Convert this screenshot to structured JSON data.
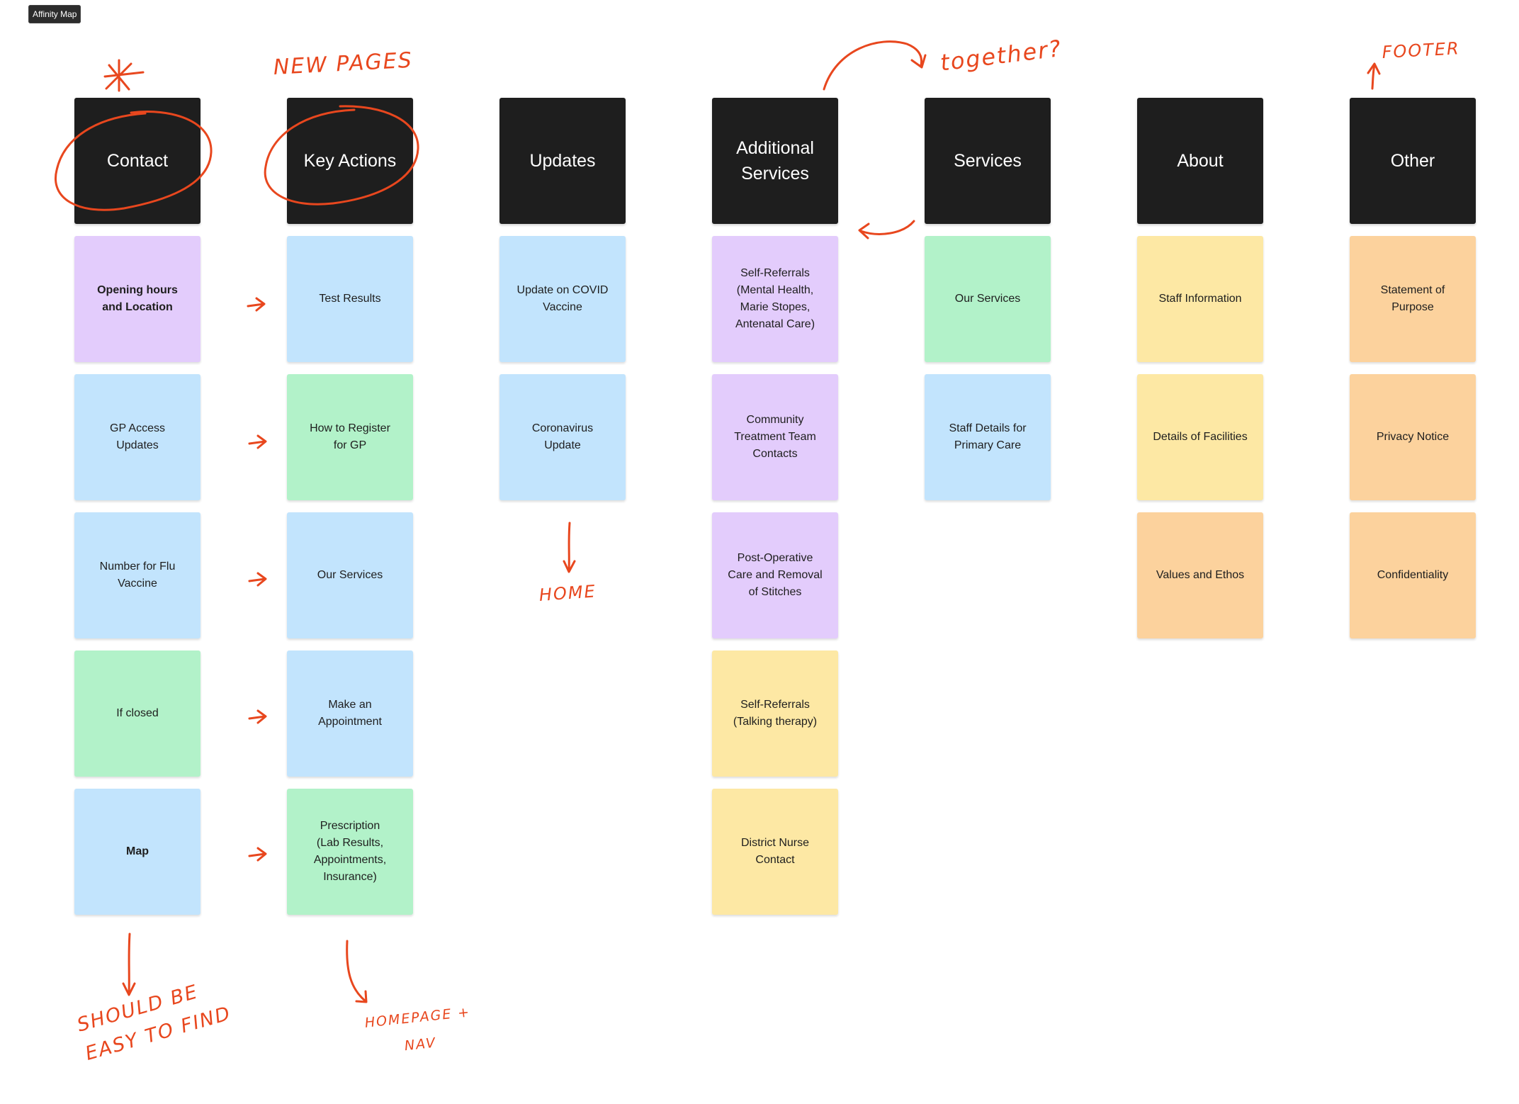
{
  "frame": {
    "label": "Affinity Map"
  },
  "columns": [
    {
      "header": "Contact",
      "notes": [
        {
          "text": "Opening hours\nand Location",
          "color": "purple",
          "bold": true
        },
        {
          "text": "GP Access\nUpdates",
          "color": "blue"
        },
        {
          "text": "Number for Flu\nVaccine",
          "color": "blue"
        },
        {
          "text": "If closed",
          "color": "green"
        },
        {
          "text": "Map",
          "color": "blue",
          "bold": true
        }
      ]
    },
    {
      "header": "Key Actions",
      "notes": [
        {
          "text": "Test Results",
          "color": "blue"
        },
        {
          "text": "How to Register\nfor GP",
          "color": "green"
        },
        {
          "text": "Our Services",
          "color": "blue"
        },
        {
          "text": "Make an\nAppointment",
          "color": "blue"
        },
        {
          "text": "Prescription\n(Lab Results,\nAppointments,\nInsurance)",
          "color": "green"
        }
      ]
    },
    {
      "header": "Updates",
      "notes": [
        {
          "text": "Update on COVID\nVaccine",
          "color": "blue"
        },
        {
          "text": "Coronavirus\nUpdate",
          "color": "blue"
        }
      ]
    },
    {
      "header": "Additional\nServices",
      "notes": [
        {
          "text": "Self-Referrals\n(Mental Health,\nMarie Stopes,\nAntenatal Care)",
          "color": "purple"
        },
        {
          "text": "Community\nTreatment Team\nContacts",
          "color": "purple"
        },
        {
          "text": "Post-Operative\nCare and Removal\nof Stitches",
          "color": "purple"
        },
        {
          "text": "Self-Referrals\n(Talking therapy)",
          "color": "yellow"
        },
        {
          "text": "District Nurse\nContact",
          "color": "yellow"
        }
      ]
    },
    {
      "header": "Services",
      "notes": [
        {
          "text": "Our Services",
          "color": "green"
        },
        {
          "text": "Staff Details for\nPrimary Care",
          "color": "blue"
        }
      ]
    },
    {
      "header": "About",
      "notes": [
        {
          "text": "Staff Information",
          "color": "yellow"
        },
        {
          "text": "Details of Facilities",
          "color": "yellow"
        },
        {
          "text": "Values and Ethos",
          "color": "orange"
        }
      ]
    },
    {
      "header": "Other",
      "notes": [
        {
          "text": "Statement of\nPurpose",
          "color": "orange"
        },
        {
          "text": "Privacy Notice",
          "color": "orange"
        },
        {
          "text": "Confidentiality",
          "color": "orange"
        }
      ]
    }
  ],
  "annotations": {
    "new_pages": "NEW PAGES",
    "together": "together?",
    "footer": "FOOTER",
    "home": "HOME",
    "easy_to_find": "SHOULD BE\nEASY TO FIND",
    "homepage_nav": "HOMEPAGE +\nNAV"
  },
  "colors": {
    "purple": "#e3ccfc",
    "blue": "#c2e4fd",
    "green": "#b2f2c9",
    "yellow": "#fde8a4",
    "orange": "#fcd29d",
    "header": "#1e1e1e",
    "ink": "#e8471e"
  }
}
